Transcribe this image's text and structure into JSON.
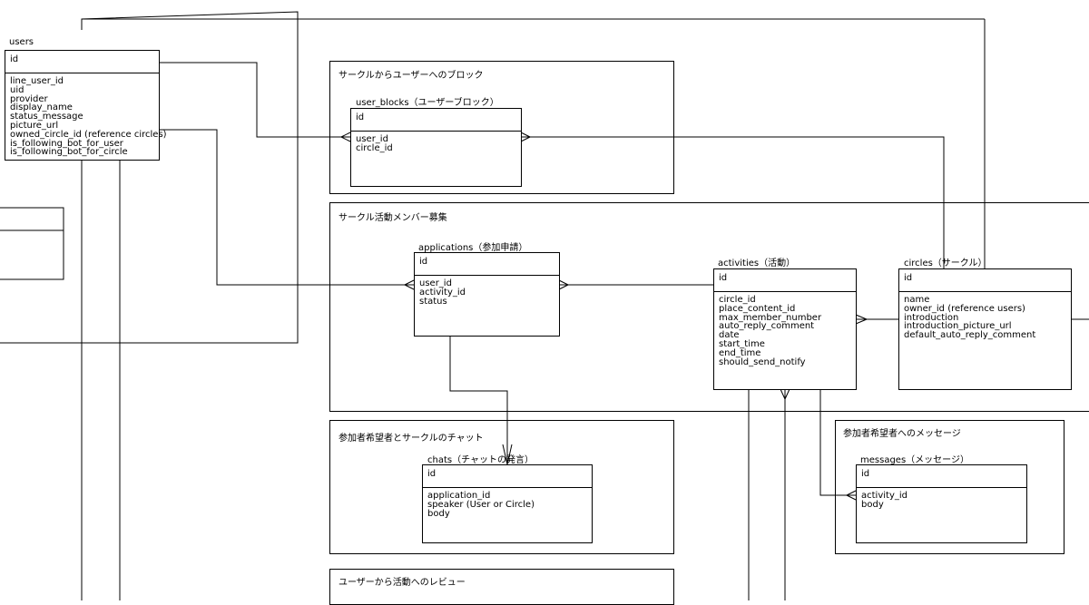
{
  "groups": {
    "user_blocks": "サークルからユーザーへのブロック",
    "recruit": "サークル活動メンバー募集",
    "chat": "参加者希望者とサークルのチャット",
    "message": "参加者希望者へのメッセージ",
    "review": "ユーザーから活動へのレビュー"
  },
  "tables": {
    "users": {
      "name": "users",
      "pk": "id",
      "fields": [
        "line_user_id",
        "uid",
        "provider",
        "display_name",
        "status_message",
        "picture_url",
        "owned_circle_id (reference circles)",
        "is_following_bot_for_user",
        "is_following_bot_for_circle"
      ]
    },
    "user_blocks": {
      "name": "user_blocks（ユーザーブロック）",
      "pk": "id",
      "fields": [
        "user_id",
        "circle_id"
      ]
    },
    "applications": {
      "name": "applications（参加申請）",
      "pk": "id",
      "fields": [
        "user_id",
        "activity_id",
        "status"
      ]
    },
    "activities": {
      "name": "activities（活動）",
      "pk": "id",
      "fields": [
        "circle_id",
        "place_content_id",
        "max_member_number",
        "auto_reply_comment",
        "date",
        "start_time",
        "end_time",
        "should_send_notify"
      ]
    },
    "circles": {
      "name": "circles（サークル）",
      "pk": "id",
      "fields": [
        "name",
        "owner_id (reference users)",
        "introduction",
        "introduction_picture_url",
        "default_auto_reply_comment"
      ]
    },
    "chats": {
      "name": "chats（チャットの発言）",
      "pk": "id",
      "fields": [
        "application_id",
        "speaker (User or Circle)",
        "body"
      ]
    },
    "messages": {
      "name": "messages（メッセージ）",
      "pk": "id",
      "fields": [
        "activity_id",
        "body"
      ]
    }
  }
}
